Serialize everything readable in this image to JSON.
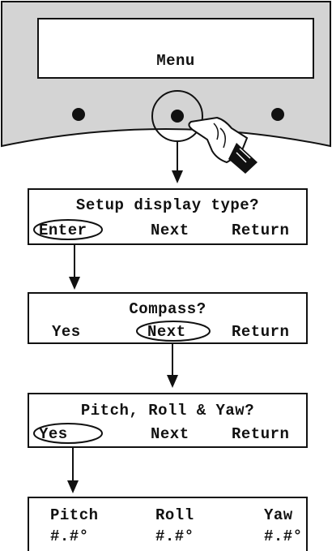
{
  "device": {
    "screen_text": "Menu",
    "buttons": [
      "left-button",
      "center-button",
      "right-button"
    ],
    "pressed_button": "center-button",
    "bezel_color": "#d4d4d4",
    "icons": [
      "pointing-hand-icon"
    ]
  },
  "screens": [
    {
      "title": "Setup display type?",
      "options": [
        "Enter",
        "Next",
        "Return"
      ],
      "selected": "Enter"
    },
    {
      "title": "Compass?",
      "options": [
        "Yes",
        "Next",
        "Return"
      ],
      "selected": "Next"
    },
    {
      "title": "Pitch, Roll & Yaw?",
      "options": [
        "Yes",
        "Next",
        "Return"
      ],
      "selected": "Yes"
    }
  ],
  "readout": {
    "labels": [
      "Pitch",
      "Roll",
      "Yaw"
    ],
    "values": [
      "#.#°",
      "#.#°",
      "#.#°"
    ]
  }
}
